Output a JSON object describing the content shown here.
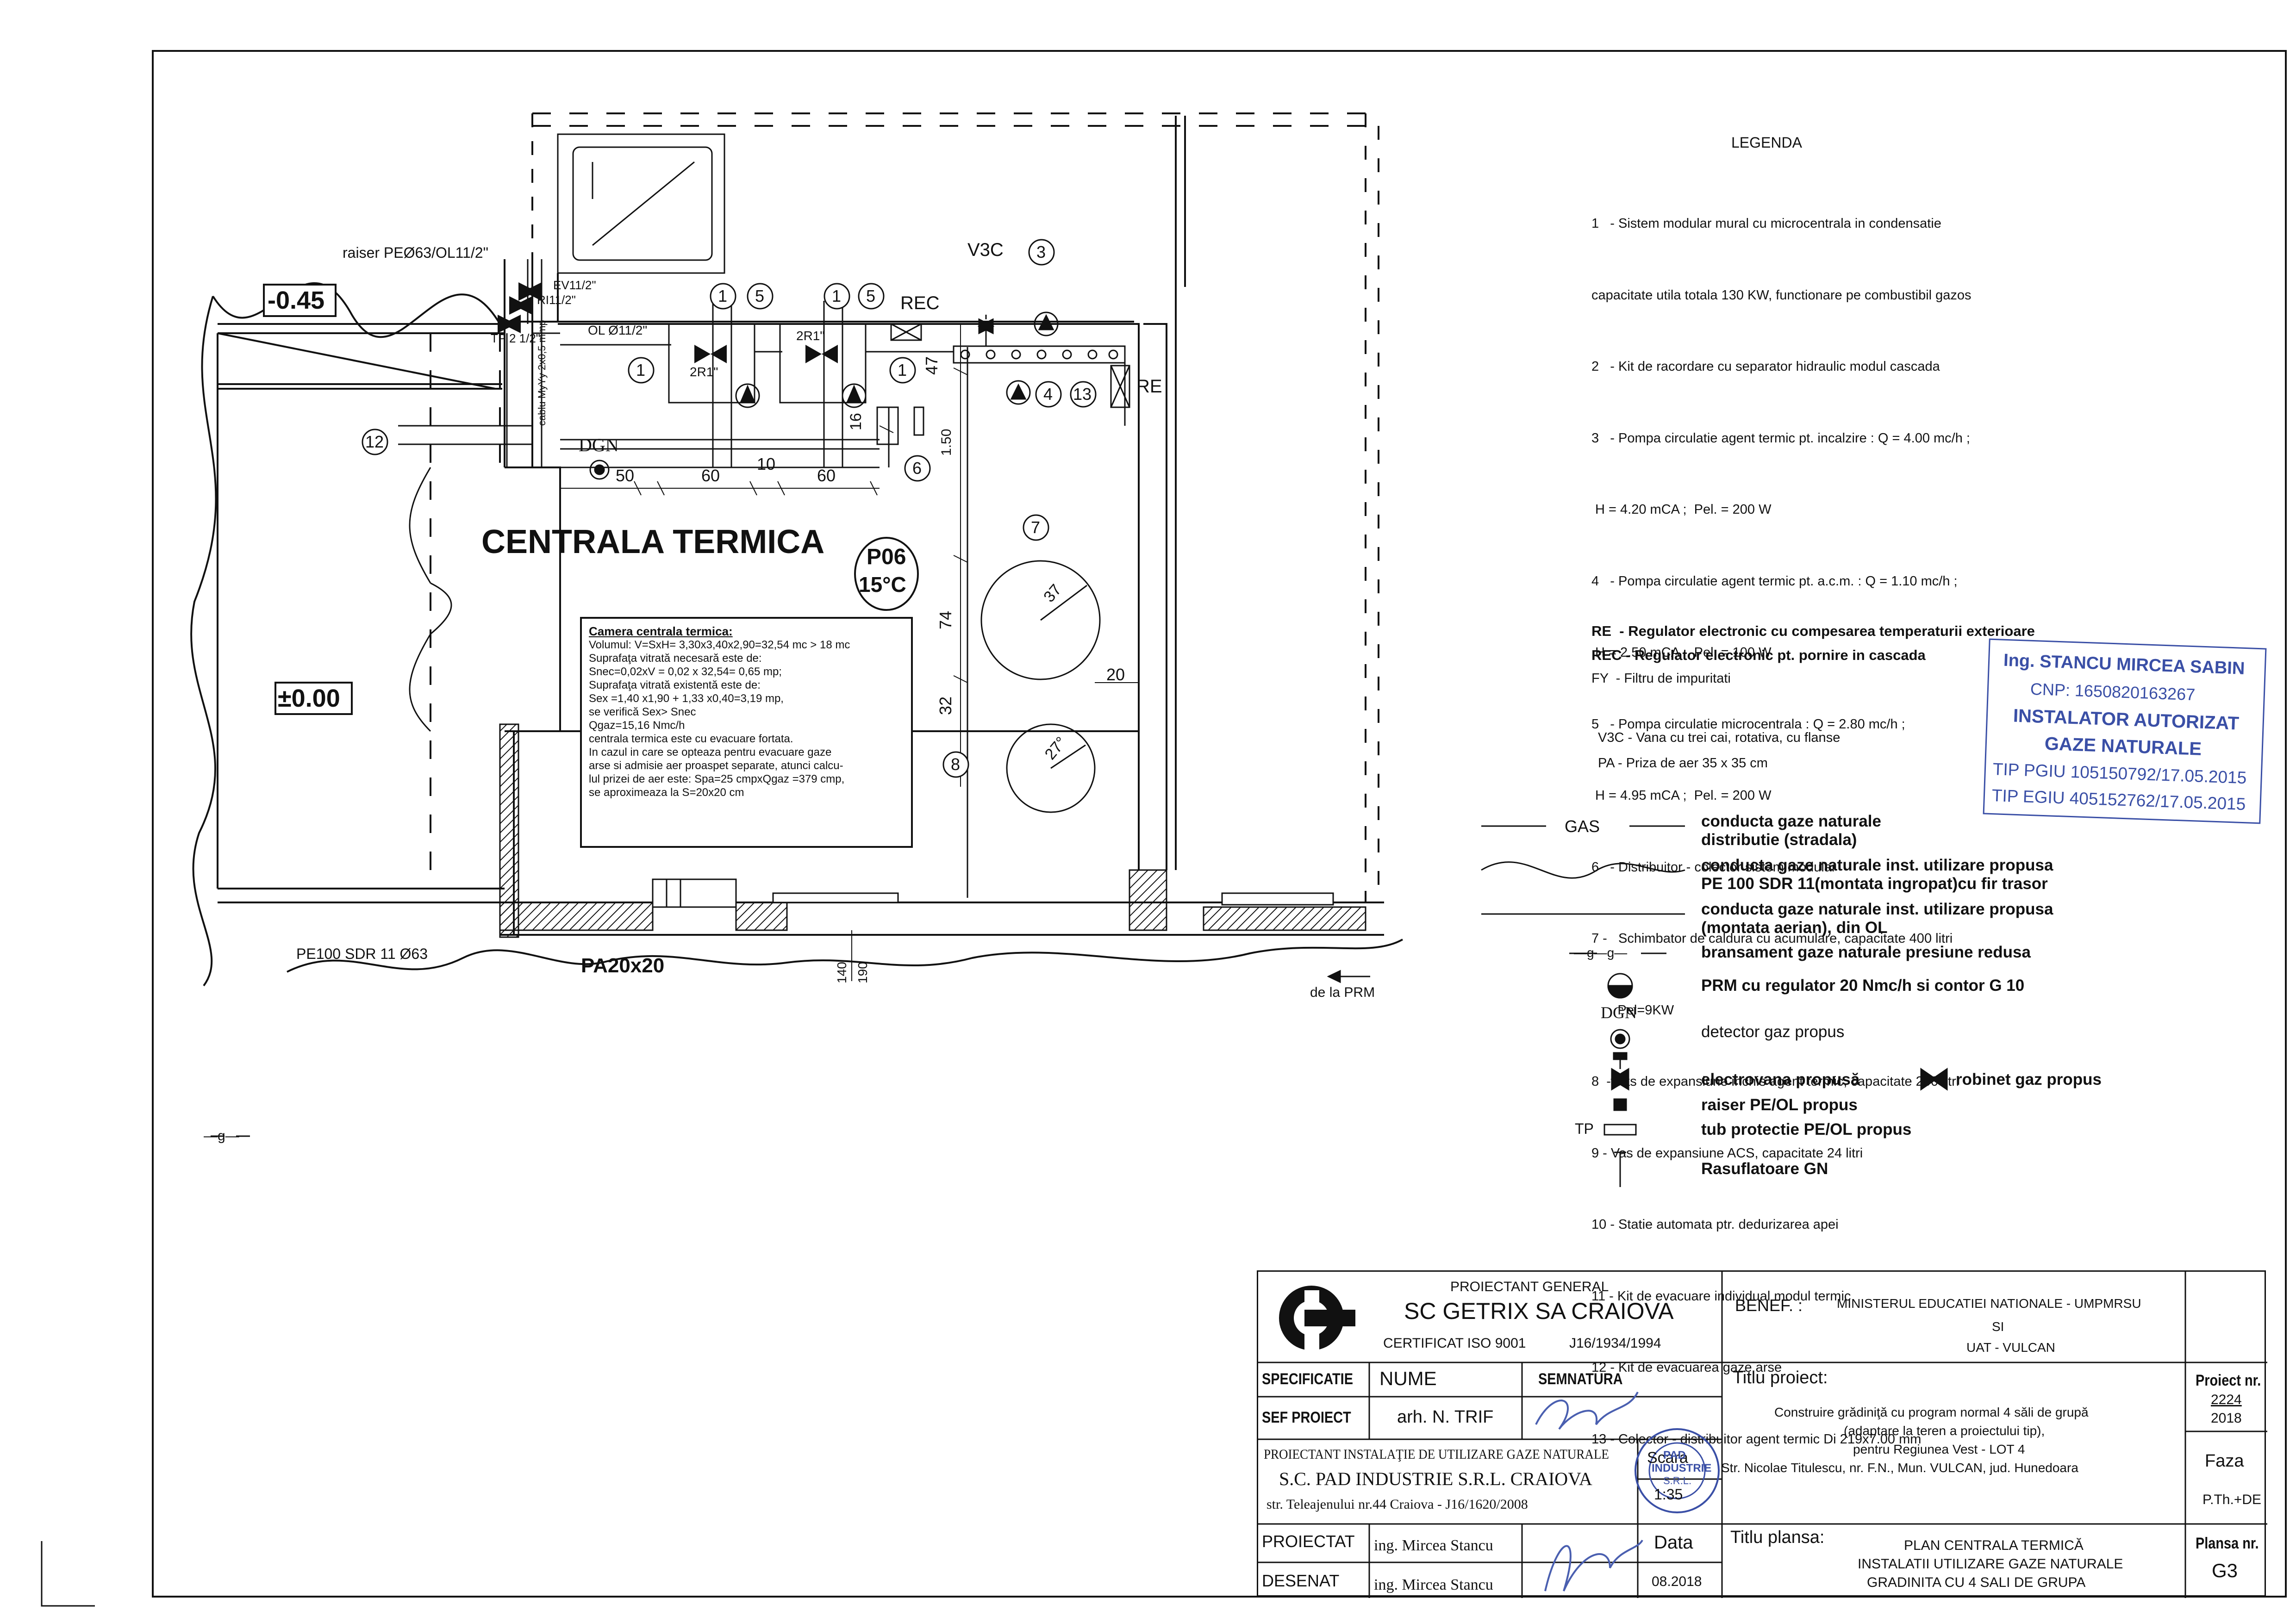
{
  "plan": {
    "room_title": "CENTRALA TERMICA",
    "room_code": "P06",
    "room_temp": "15°C",
    "level_minus": "-0.45",
    "level_zero": "±0.00",
    "raiser_label": "raiser PEØ63/OL11/2\"",
    "ev_label": "EV11/2\"",
    "ri_label": "RI11/2\"",
    "tp_label": "TP 2 1/2\"",
    "ol_label": "OL Ø11/2\"",
    "dgn_label": "DGN",
    "cable_label": "cablu MyYy 2x0,5 mmp",
    "v3c_label": "V3C",
    "rec_label": "REC",
    "re_label": "RE",
    "r2_a": "2R1\"",
    "r2_b": "2R1\"",
    "pe_label": "PE100 SDR 11 Ø63",
    "pa_label": "PA20x20",
    "prm_label": "de la PRM",
    "g_label": "—g—",
    "dims": {
      "d50": "50",
      "d60a": "60",
      "d10": "10",
      "d60b": "60",
      "d47": "47",
      "d150": "1.50",
      "d74": "74",
      "d32": "32",
      "d20": "20",
      "d37": "37",
      "d27": "27°",
      "d140": "140",
      "d190": "190"
    },
    "numbers": [
      "1",
      "5",
      "1",
      "5",
      "1",
      "1",
      "3",
      "4",
      "13",
      "6",
      "7",
      "8",
      "12",
      "16"
    ]
  },
  "note": {
    "title": "Camera centrala termica:",
    "lines": [
      "Volumul: V=SxH= 3,30x3,40x2,90=32,54 mc > 18 mc",
      "Suprafaţa vitrată necesară este de:",
      "Snec=0,02xV = 0,02 x 32,54= 0,65 mp;",
      "Suprafaţa vitrată existentă este de:",
      "Sex =1,40 x1,90 + 1,33 x0,40=3,19 mp,",
      "se verifică Sex> Snec",
      "Qgaz=15,16 Nmc/h",
      "centrala termica este cu evacuare fortata.",
      "In cazul in care se opteaza pentru evacuare gaze",
      "arse si admisie aer proaspet separate, atunci calcu-",
      "lul prizei de aer este: Spa=25 cmpxQgaz =379 cmp,",
      "se aproximeaza la S=20x20 cm"
    ]
  },
  "legend": {
    "title": "LEGENDA",
    "items": [
      "1   - Sistem modular mural cu microcentrala in condensatie",
      "capacitate utila totala 130 KW, functionare pe combustibil gazos",
      "2   - Kit de racordare cu separator hidraulic modul cascada",
      "3   - Pompa circulatie agent termic pt. incalzire : Q = 4.00 mc/h ;",
      " H = 4.20 mCA ;  Pel. = 200 W",
      "4   - Pompa circulatie agent termic pt. a.c.m. : Q = 1.10 mc/h ;",
      " H = 2.50 mCA ;  Pel. = 100 W",
      "5   - Pompa circulatie microcentrala : Q = 2.80 mc/h ;",
      " H = 4.95 mCA ;  Pel. = 200 W",
      "6   - Distribuitor - colector sistem modular",
      "7 -   Schimbator de caldura cu acumulare, capacitate 400 litri",
      "       Pel=9KW",
      "8  - Vas de expansiune inchis agent termic, capacitate 200 litri",
      "9 - Vas de expansiune ACS, capacitate 24 litri",
      "10 - Statie automata ptr. dedurizarea apei",
      "11 - Kit de evacuare individual modul termic",
      "12 - Kit de evacuarea gaze arse",
      "13 - Colector - distribuitor agent termic Di 219x7.00 mm"
    ],
    "re": "RE  - Regulator electronic cu compesarea temperaturii exterioare",
    "rec": "REC - Regulator electronic pt. pornire in cascada",
    "fy": "FY  - Filtru de impuritati",
    "v3c": "V3C - Vana cu trei cai, rotativa, cu flanse",
    "pa": "PA - Priza de aer 35 x 35 cm"
  },
  "symbols": {
    "gas_tag": "GAS",
    "gas_line": [
      "conducta gaze naturale",
      "distributie (stradala)"
    ],
    "pe_line": [
      "conducta gaze naturale inst. utilizare propusa",
      "PE 100 SDR 11(montata ingropat)cu fir trasor"
    ],
    "ol_line": [
      "conducta gaze naturale inst. utilizare propusa",
      "(montata aerian), din OL"
    ],
    "g_tag": "—g—g—",
    "bransament": "bransament gaze naturale presiune redusa",
    "prm": "PRM cu regulator 20 Nmc/h si contor G 10",
    "dgn_tag": "DGN",
    "detector": "detector gaz propus",
    "electrovana": "electrovana  propusă",
    "robinet": "robinet gaz propus",
    "raiser": "raiser PE/OL propus",
    "tp_tag": "TP",
    "tub": "tub protectie PE/OL propus",
    "rasuflatoare": "Rasuflatoare GN"
  },
  "stamp_right": {
    "name": "Ing. STANCU MIRCEA SABIN",
    "cnp": "CNP: 1650820163267",
    "role1": "INSTALATOR AUTORIZAT",
    "role2": "GAZE NATURALE",
    "tp1": "TIP PGIU 105150792/17.05.2015",
    "tp2": "TIP EGIU 405152762/17.05.2015"
  },
  "titleblock": {
    "proiectant_general": "PROIECTANT GENERAL",
    "company": "SC GETRIX SA CRAIOVA",
    "certificat": "CERTIFICAT ISO 9001",
    "j_number": "J16/1934/1994",
    "benef_label": "BENEF. :",
    "benef_1": "MINISTERUL EDUCATIEI NATIONALE - UMPMRSU",
    "benef_2": "SI",
    "benef_3": "UAT - VULCAN",
    "specificatie": "SPECIFICATIE",
    "nume": "NUME",
    "semnatura": "SEMNATURA",
    "titlu_proiect": "Titlu proiect:",
    "proiect_nr": "Proiect nr.",
    "proiect_nr_val": "2224",
    "proiect_an": "2018",
    "sef_proiect": "SEF PROIECT",
    "sef_name": "arh. N. TRIF",
    "project_title": [
      "Construire grădiniţă cu program normal 4 săli de grupă",
      "(adaptare la teren a proiectului tip),",
      "pentru Regiunea Vest - LOT 4",
      "Str. Nicolae Titulescu, nr. F.N., Mun. VULCAN,  jud. Hunedoara"
    ],
    "pad_1": "PROIECTANT INSTALAŢIE DE UTILIZARE GAZE NATURALE",
    "pad_2": "S.C. PAD INDUSTRIE S.R.L. CRAIOVA",
    "pad_3": "str. Teleajenului nr.44 Craiova - J16/1620/2008",
    "scara": "Scara",
    "scara_val": "1:35",
    "faza": "Faza",
    "faza_val": "P.Th.+DE",
    "proiectat": "PROIECTAT",
    "proiectat_name": "ing.  Mircea Stancu",
    "data": "Data",
    "data_val": "08.2018",
    "desenat": "DESENAT",
    "desenat_name": "ing.  Mircea Stancu",
    "titlu_plansa": "Titlu plansa:",
    "plansa_title": [
      "PLAN CENTRALA TERMICĂ",
      "INSTALATII UTILIZARE GAZE NATURALE",
      "GRADINITA CU 4 SALI DE GRUPA"
    ],
    "plansa_nr": "Plansa nr.",
    "plansa_val": "G3",
    "stamp_pad": [
      "PAD",
      "INDUSTRIE",
      "S.R.L."
    ]
  }
}
